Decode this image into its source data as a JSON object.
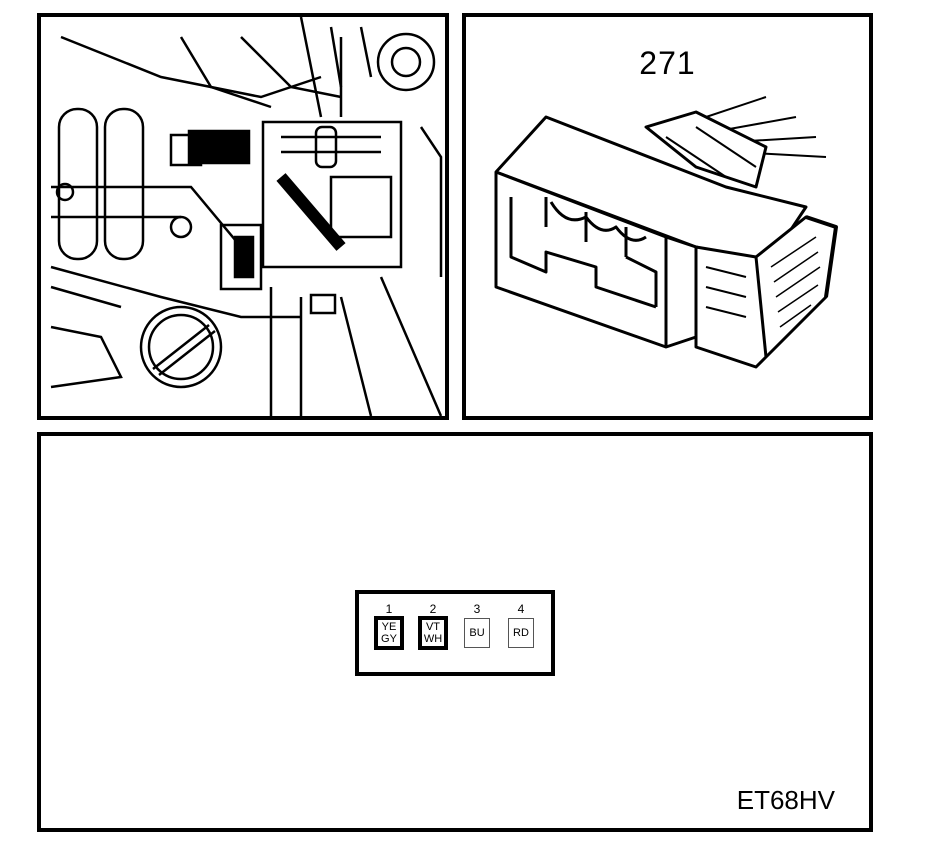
{
  "connector_label": "271",
  "reference_code": "ET68HV",
  "pins": [
    {
      "number": "1",
      "color_lines": [
        "YE",
        "GY"
      ]
    },
    {
      "number": "2",
      "color_lines": [
        "VT",
        "WH"
      ]
    },
    {
      "number": "3",
      "color_lines": [
        "BU"
      ]
    },
    {
      "number": "4",
      "color_lines": [
        "RD"
      ]
    }
  ]
}
